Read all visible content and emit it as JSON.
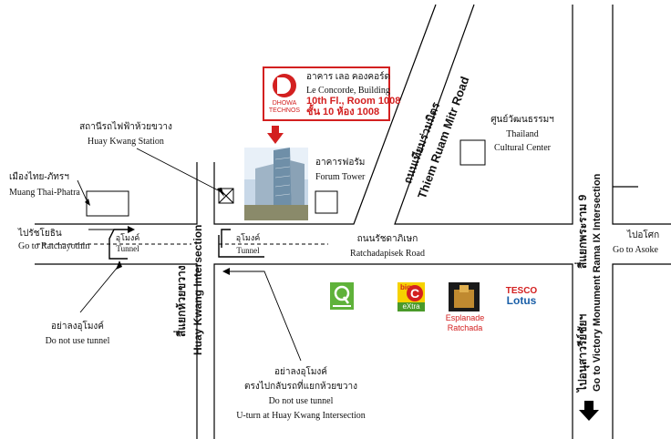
{
  "company": {
    "logo_text": "DHOWA TECHNOS",
    "building_th": "อาคาร เลอ คองคอร์ด",
    "building_en": "Le Concorde, Building",
    "room_en": "10th Fl., Room 1008",
    "room_th": "ชั้น 10 ห้อง 1008",
    "color": "#d32020"
  },
  "landmarks": {
    "huay_kwang_station_th": "สถานีรถไฟฟ้าห้วยขวาง",
    "huay_kwang_station_en": "Huay Kwang Station",
    "muang_thai_th": "เมืองไทย-ภัทรฯ",
    "muang_thai_en": "Muang Thai-Phatra",
    "forum_tower_th": "อาคารฟอรัม",
    "forum_tower_en": "Forum Tower",
    "cultural_center_th": "ศูนย์วัฒนธรรมฯ",
    "cultural_center_en_1": "Thailand",
    "cultural_center_en_2": "Cultural Center"
  },
  "roads": {
    "ratchadapisek_th": "ถนนรัชดาภิเษก",
    "ratchadapisek_en": "Ratchadapisek Road",
    "thiem_ruam_mitr_th": "ถนนเทียมร่วมมิตร",
    "thiem_ruam_mitr_en": "Thiem Ruam Mitr Road",
    "huay_kwang_th": "สี่แยกห้วยขวาง",
    "huay_kwang_en": "Huay Kwang Intersection",
    "rama9_th": "สี่แยกพระราม 9",
    "rama9_en": "Go to Victory Monument Rama IX Intersection",
    "victory_th": "ไปอนุสาวรีย์ชัยฯ"
  },
  "directions": {
    "go_ratchayothin_th": "ไปรัชโยธิน",
    "go_ratchayothin_en": "Go to Ratchayothin",
    "go_asoke_th": "ไปอโศก",
    "go_asoke_en": "Go to Asoke"
  },
  "tunnel": {
    "label_th": "อุโมงค์",
    "label_en": "Tunnel"
  },
  "notes": {
    "no_tunnel_left_th": "อย่าลงอุโมงค์",
    "no_tunnel_left_en": "Do not use tunnel",
    "no_tunnel_bottom_th_1": "อย่าลงอุโมงค์",
    "no_tunnel_bottom_th_2": "ตรงไปกลับรถที่แยกห้วยขวาง",
    "no_tunnel_bottom_en_1": "Do not use tunnel",
    "no_tunnel_bottom_en_2": "U-turn at Huay Kwang Intersection"
  },
  "stores": {
    "big_c_top": "big",
    "big_c_bottom": "eXtra",
    "esplanade_1": "Esplanade",
    "esplanade_2": "Ratchada",
    "tesco_1": "TESCO",
    "tesco_2": "Lotus"
  }
}
